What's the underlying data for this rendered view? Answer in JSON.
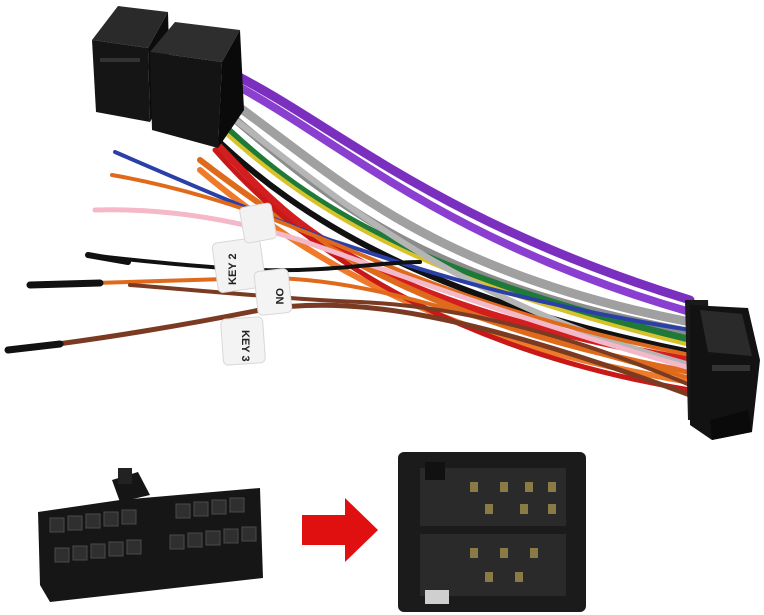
{
  "image": {
    "subject": "wiring-harness-adapter",
    "background_color": "#ffffff"
  },
  "labels": {
    "key2": "KEY 2",
    "tag_b": "ON",
    "tag_c": "KEY 3"
  },
  "colors": {
    "connector": "#1a1a1a",
    "purple": "#7b2fbf",
    "gray": "#9a9a9a",
    "green": "#1f7a3a",
    "orange": "#e06a1c",
    "red": "#d21e1e",
    "brown": "#7a3b22",
    "pink": "#f4b8c8",
    "blue": "#2a3fa8",
    "black": "#111111",
    "arrow": "#e01010"
  }
}
